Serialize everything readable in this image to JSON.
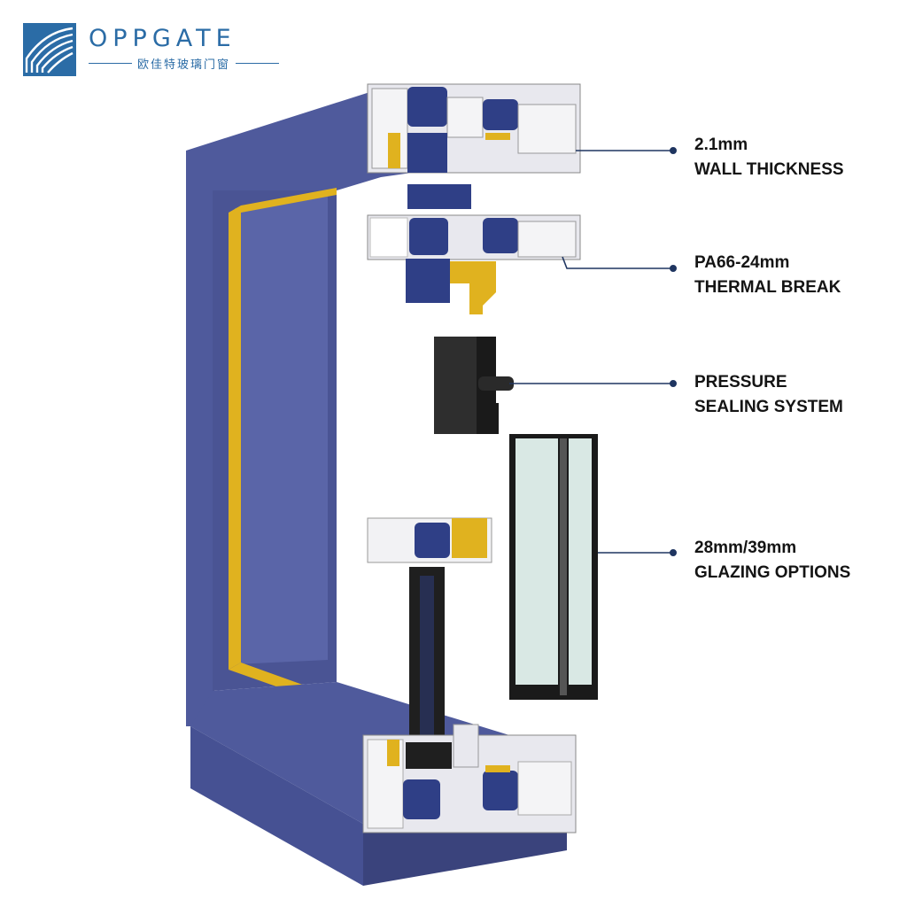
{
  "brand": {
    "name": "OPPGATE",
    "subtitle": "欧佳特玻璃门窗",
    "color": "#2b6ca6"
  },
  "callouts": [
    {
      "line1": "2.1mm",
      "line2": "WALL THICKNESS"
    },
    {
      "line1": "PA66-24mm",
      "line2": "THERMAL BREAK"
    },
    {
      "line1": "PRESSURE",
      "line2": "SEALING SYSTEM"
    },
    {
      "line1": "28mm/39mm",
      "line2": "GLAZING OPTIONS"
    }
  ],
  "colors": {
    "frame_blue": "#4f5a9c",
    "frame_blue_dark": "#3a437c",
    "gasket_yellow": "#e0b21f",
    "leader_navy": "#1f3560",
    "glass": "#d9e8e4",
    "gasket_black": "#2a2a2a"
  }
}
